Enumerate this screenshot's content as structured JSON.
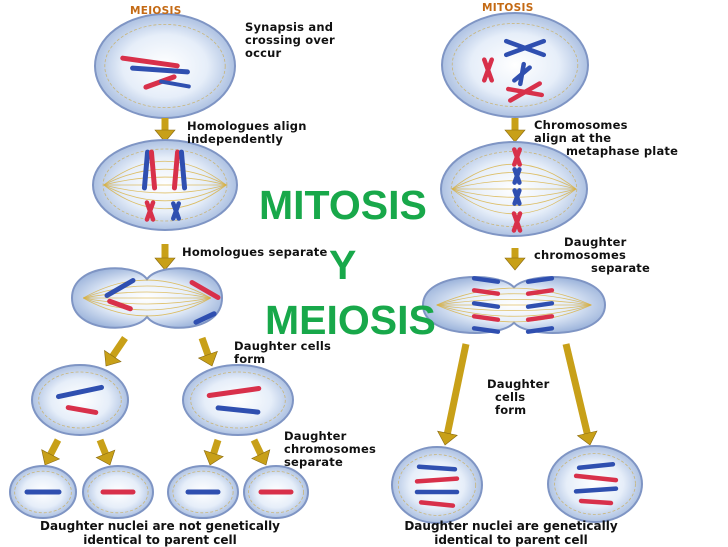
{
  "headers": {
    "meiosis": "MEIOSIS",
    "mitosis": "MITOSIS"
  },
  "labels": {
    "synapsis": [
      "Synapsis and",
      "crossing over",
      "occur"
    ],
    "homologues_align": [
      "Homologues align",
      "independently"
    ],
    "homologues_separate": "Homologues separate",
    "daughter_cells_form_left": [
      "Daughter cells",
      "form"
    ],
    "daughter_chromosomes_left": [
      "Daughter",
      "chromosomes",
      "separate"
    ],
    "chromosomes_align": [
      "Chromosomes",
      "align at the",
      "metaphase plate"
    ],
    "daughter_chromosomes_right": [
      "Daughter",
      "chromosomes",
      "separate"
    ],
    "daughter_cells_form_right": [
      "Daughter",
      "cells",
      "form"
    ]
  },
  "bottom": {
    "left": [
      "Daughter nuclei are not genetically",
      "identical to parent cell"
    ],
    "right": [
      "Daughter nuclei are genetically",
      "identical to parent cell"
    ]
  },
  "overlay": {
    "line1": "MITOSIS",
    "line2": "Y",
    "line3": "MEIOSIS"
  },
  "colors": {
    "overlay_text": "#18a84a",
    "arrow": "#c8a018",
    "cell": "#b9cbe8",
    "chrom_red": "#d8304a",
    "chrom_blue": "#2f4fb0"
  }
}
